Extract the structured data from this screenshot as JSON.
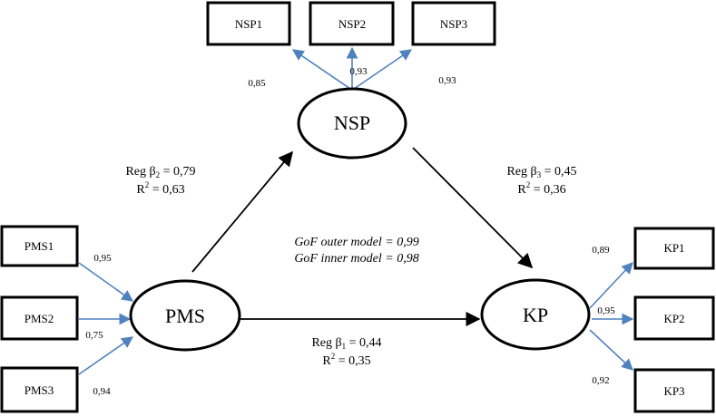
{
  "indicators": {
    "nsp1": "NSP1",
    "nsp2": "NSP2",
    "nsp3": "NSP3",
    "pms1": "PMS1",
    "pms2": "PMS2",
    "pms3": "PMS3",
    "kp1": "KP1",
    "kp2": "KP2",
    "kp3": "KP3"
  },
  "latents": {
    "nsp": "NSP",
    "pms": "PMS",
    "kp": "KP"
  },
  "loadings": {
    "nsp1": "0,85",
    "nsp2": "0,93",
    "nsp3": "0,93",
    "pms1": "0,95",
    "pms2": "0,75",
    "pms3": "0,94",
    "kp1": "0,89",
    "kp2": "0,95",
    "kp3": "0,92"
  },
  "paths": {
    "pms_nsp": {
      "prefix": "Reg β",
      "sub": "2",
      "value": " = 0,79",
      "r2_prefix": "R",
      "r2_sup": "2",
      "r2_value": " = 0,63"
    },
    "nsp_kp": {
      "prefix": "Reg β",
      "sub": "3",
      "value": " = 0,45",
      "r2_prefix": "R",
      "r2_sup": "2",
      "r2_value": " = 0,36"
    },
    "pms_kp": {
      "prefix": "Reg β",
      "sub": "1",
      "value": " = 0,44",
      "r2_prefix": "R",
      "r2_sup": "2",
      "r2_value": " = 0,35"
    }
  },
  "gof": {
    "outer": "GoF outer model = 0,99",
    "inner": "GoF inner model = 0,98"
  },
  "colors": {
    "measurement_arrow": "#4f81bd",
    "structural_arrow": "#000000"
  }
}
